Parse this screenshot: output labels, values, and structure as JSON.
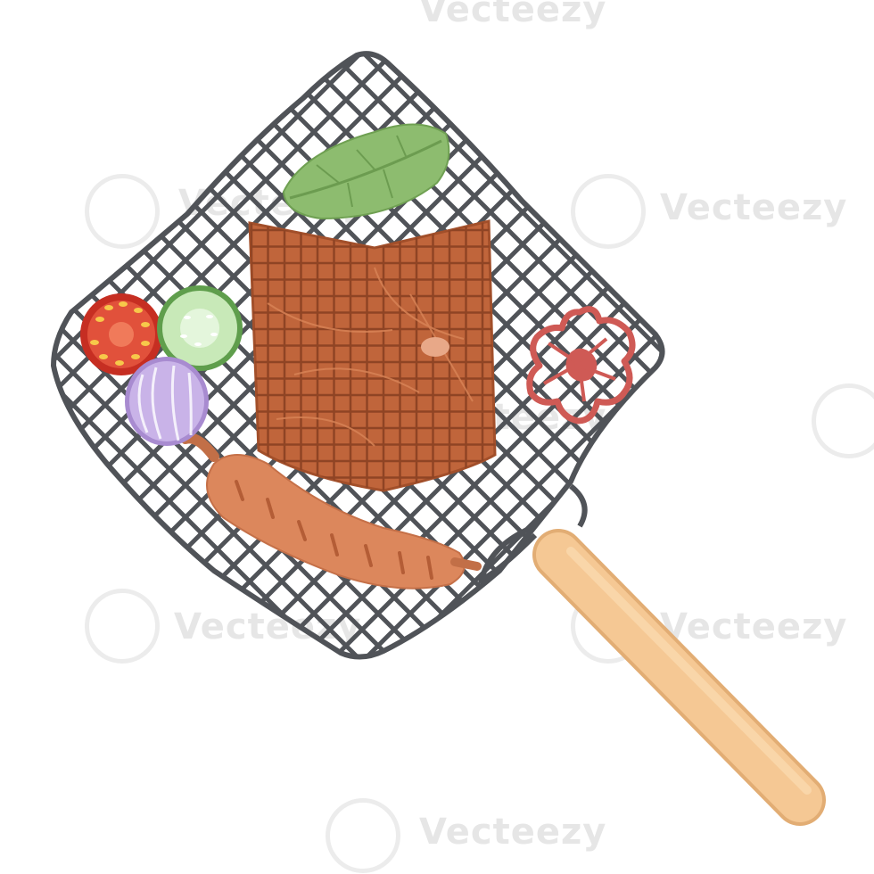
{
  "watermark": {
    "text": "Vecteezy"
  },
  "colors": {
    "background": "#ffffff",
    "grill_wire": "#505358",
    "handle": "#f5c894",
    "handle_edge": "#e2ad74",
    "steak": "#c0653b",
    "steak_mark": "#8f4424",
    "sausage": "#dc875c",
    "basil": "#8dbc6f",
    "tomato": "#c62e22",
    "cucumber": "#c8e9b8",
    "onion": "#c9b3e8",
    "pepper_ring": "#cf5a55"
  },
  "items": [
    {
      "name": "grill-basket",
      "icon": "grill-grate-icon"
    },
    {
      "name": "wooden-handle",
      "icon": "handle-icon"
    },
    {
      "name": "steak",
      "icon": "steak-icon"
    },
    {
      "name": "sausage",
      "icon": "sausage-icon"
    },
    {
      "name": "basil-leaf",
      "icon": "leaf-icon"
    },
    {
      "name": "tomato-slice",
      "icon": "tomato-icon"
    },
    {
      "name": "cucumber-slice",
      "icon": "cucumber-icon"
    },
    {
      "name": "onion",
      "icon": "onion-icon"
    },
    {
      "name": "bell-pepper-ring",
      "icon": "pepper-ring-icon"
    }
  ]
}
